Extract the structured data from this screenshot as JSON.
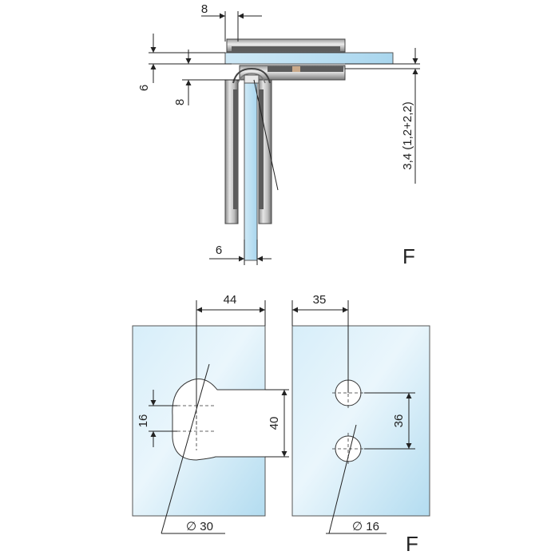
{
  "top_view": {
    "label": "F",
    "dims": {
      "hinge_offset": "8",
      "glass_thickness": "6",
      "clamp_gap": "8",
      "glass_side": "6",
      "gasket": "3,4 (1,2+2,2)"
    }
  },
  "front_view": {
    "label": "F",
    "left_panel": {
      "edge_to_hole": "44",
      "slot_width": "16",
      "cutout_height": "40",
      "hole_diameter": "∅ 30"
    },
    "right_panel": {
      "edge_to_holes": "35",
      "hole_spacing": "36",
      "hole_diameter": "∅ 16"
    }
  },
  "colors": {
    "glass_light": "#eaf6fc",
    "glass_dark": "#b3dcf0",
    "metal_light": "#d8d8d8",
    "metal_dark": "#5a5a5a",
    "line": "#222222"
  }
}
